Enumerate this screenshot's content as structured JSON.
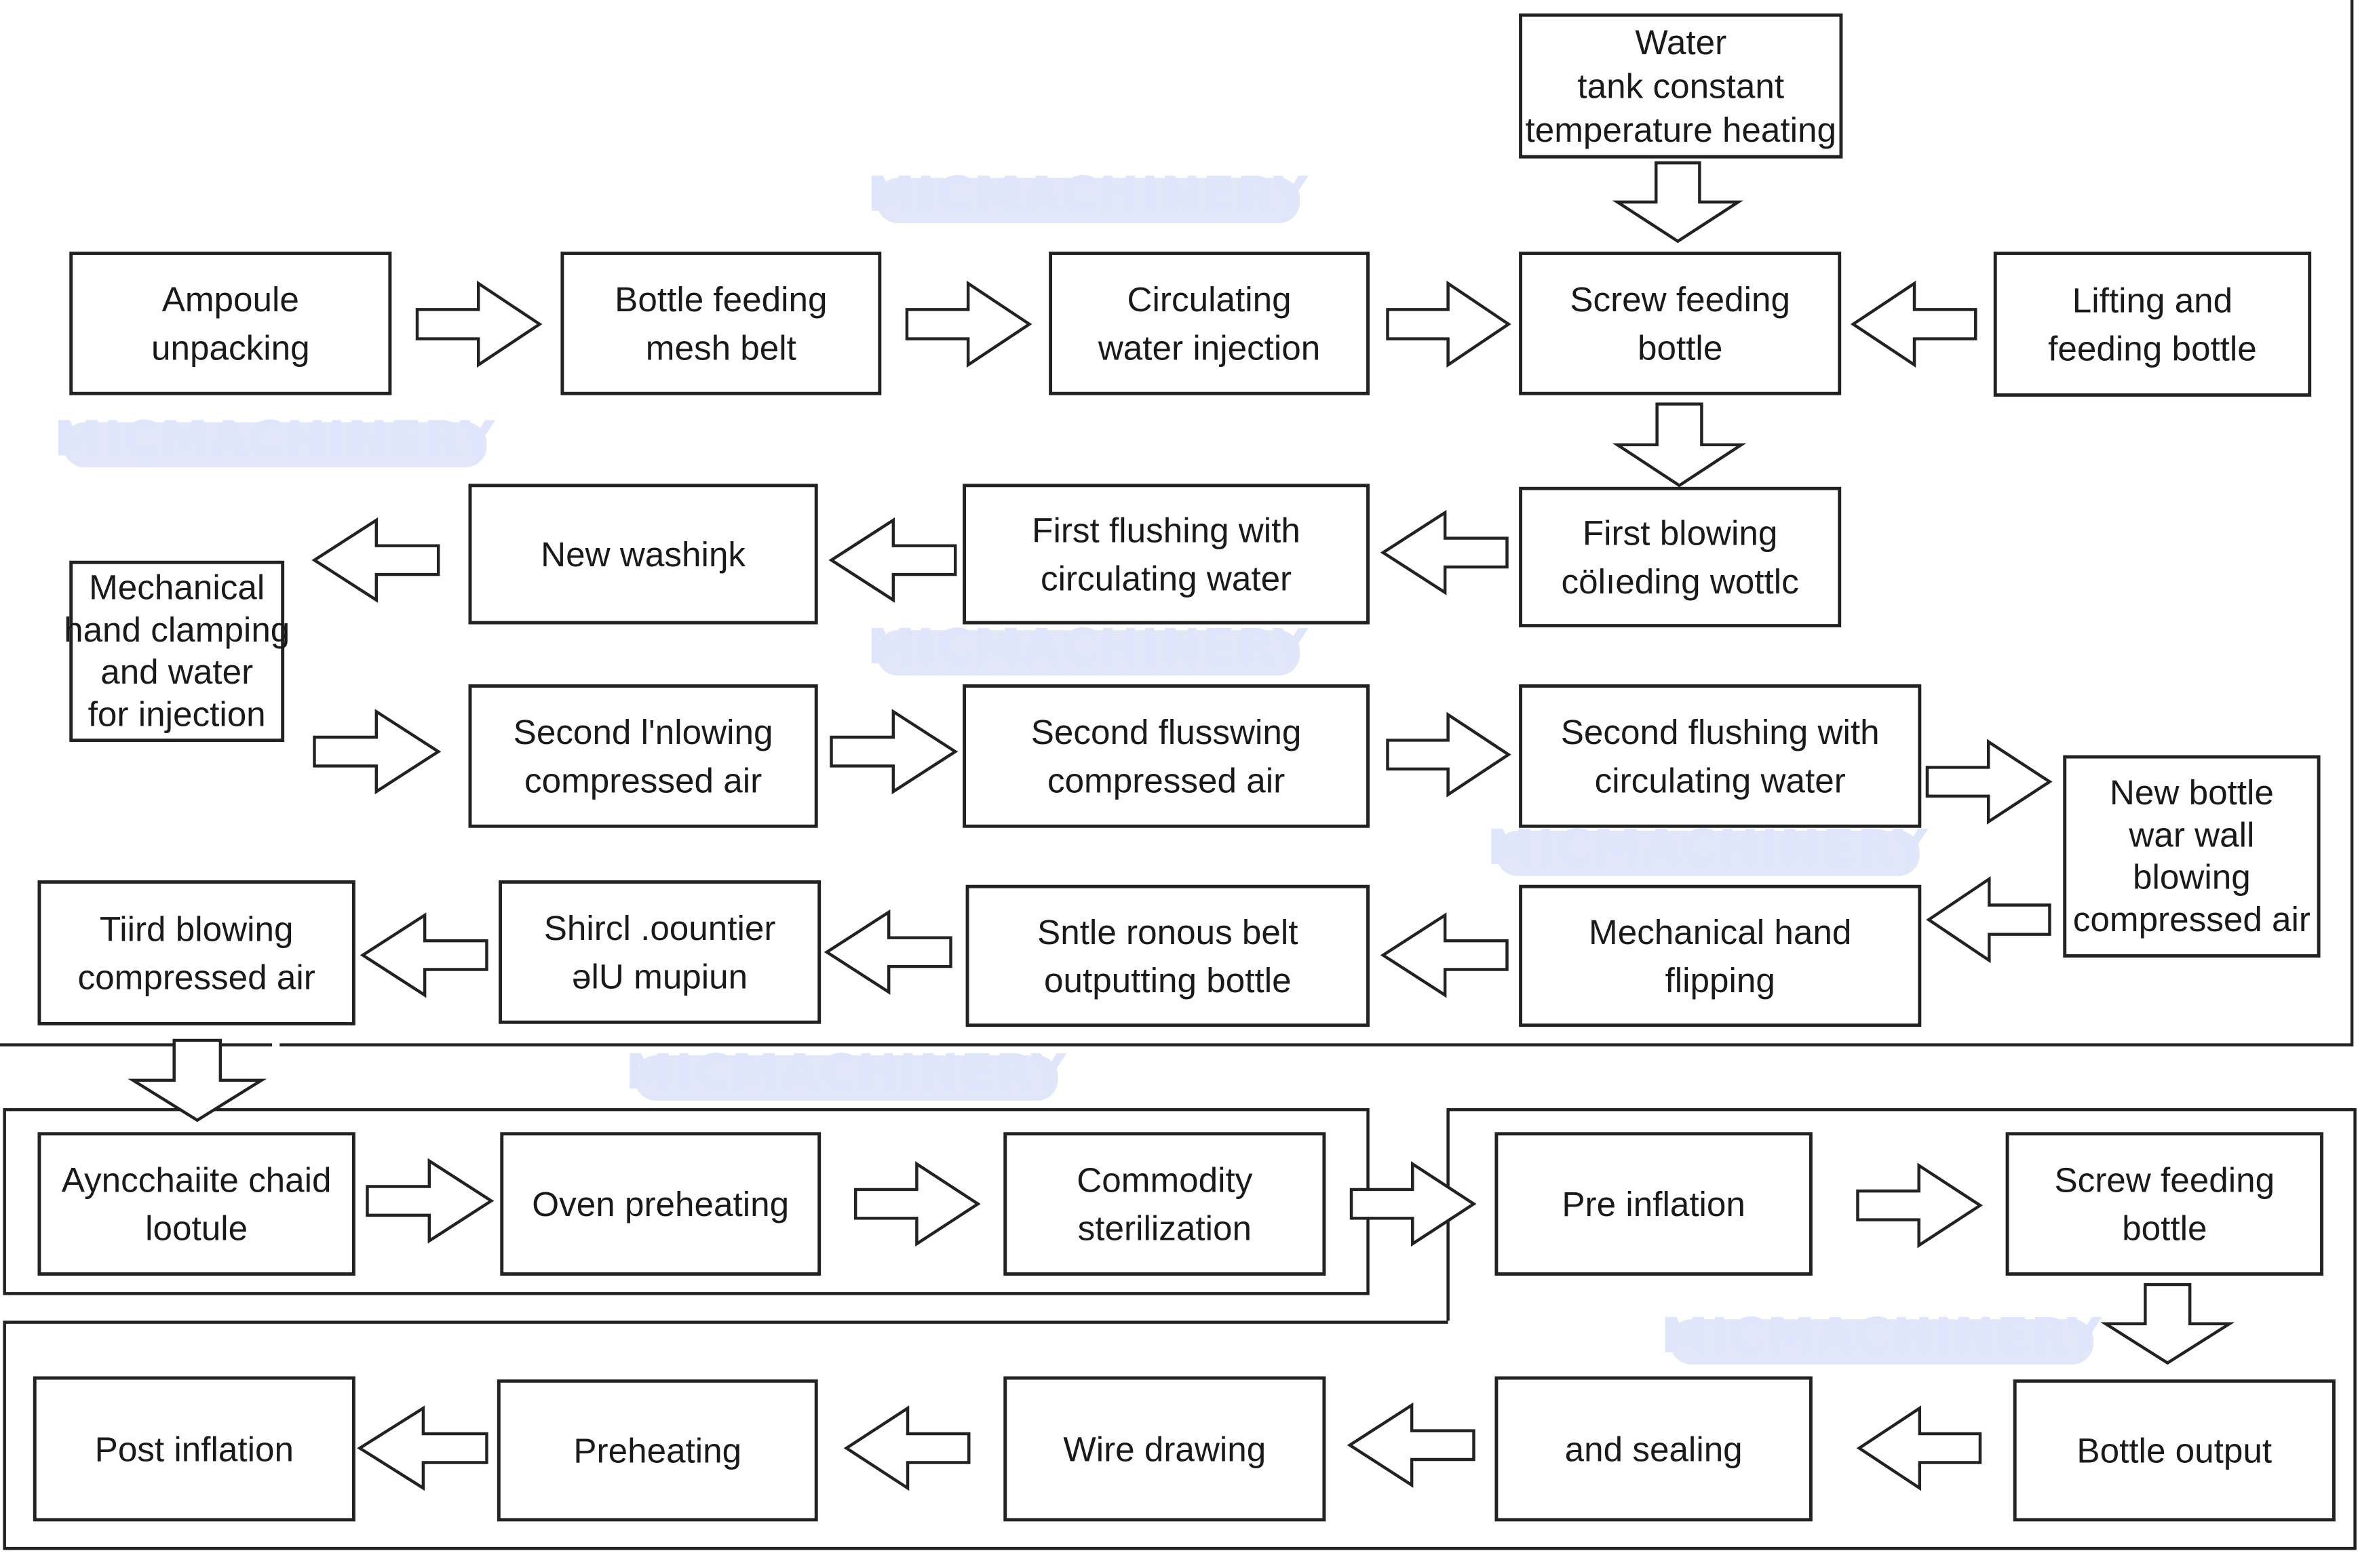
{
  "watermark": "MICMACHINERY",
  "colors": {
    "stroke": "#222222",
    "watermark": "#c9d4f3",
    "background": "#ffffff"
  },
  "steps": [
    {
      "id": "water-tank",
      "lines": [
        "Water",
        "tank constant",
        "temperature heating"
      ]
    },
    {
      "id": "ampoule-unpacking",
      "lines": [
        "Ampoule",
        "unpacking"
      ]
    },
    {
      "id": "bottle-feeding-mesh-belt",
      "lines": [
        "Bottle feeding",
        "mesh belt"
      ]
    },
    {
      "id": "circulating-water-injection",
      "lines": [
        "Circulating",
        "water injection"
      ]
    },
    {
      "id": "screw-feeding-bottle",
      "lines": [
        "Screw feeding",
        "bottle"
      ]
    },
    {
      "id": "lifting-feeding-bottle",
      "lines": [
        "Lifting and",
        "feeding bottle"
      ]
    },
    {
      "id": "new-washing",
      "lines": [
        "New washiŋk"
      ]
    },
    {
      "id": "first-flushing",
      "lines": [
        "First flushing with",
        "circulating water"
      ]
    },
    {
      "id": "first-blowing",
      "lines": [
        "First blowing",
        "cölıeding wottlc"
      ]
    },
    {
      "id": "mechanical-hand-clamping",
      "lines": [
        "Mechanical",
        "hand clamping",
        "and water",
        "for injection"
      ]
    },
    {
      "id": "second-blowing",
      "lines": [
        "Second l'nlowing",
        "compressed air"
      ]
    },
    {
      "id": "second-flusswing",
      "lines": [
        "Second flusswing",
        "compressed air"
      ]
    },
    {
      "id": "second-flushing",
      "lines": [
        "Second flushing with",
        "circulating water"
      ]
    },
    {
      "id": "new-bottle-wall-blowing",
      "lines": [
        "New bottle",
        "war wall",
        "blowing",
        "compressed air"
      ]
    },
    {
      "id": "third-blowing",
      "lines": [
        "Tiird blowing",
        "compressed air"
      ]
    },
    {
      "id": "shird-counter",
      "lines": [
        "Shircl .oountier",
        "əlU mupiun"
      ]
    },
    {
      "id": "synchronous-belt",
      "lines": [
        "Sntle ronous belt",
        "outputting bottle"
      ]
    },
    {
      "id": "mechanical-hand-flipping",
      "lines": [
        "Mechanical hand",
        "flipping"
      ]
    },
    {
      "id": "ayncchaite",
      "lines": [
        "Ayncchaiite chaid",
        "lootule"
      ]
    },
    {
      "id": "oven-preheating",
      "lines": [
        "Oven preheating"
      ]
    },
    {
      "id": "commodity-sterilization",
      "lines": [
        "Commodity",
        "sterilization"
      ]
    },
    {
      "id": "pre-inflation",
      "lines": [
        "Pre inflation"
      ]
    },
    {
      "id": "screw-feeding-bottle-2",
      "lines": [
        "Screw feeding",
        "bottle"
      ]
    },
    {
      "id": "post-inflation",
      "lines": [
        "Post inflation"
      ]
    },
    {
      "id": "preheating",
      "lines": [
        "Preheating"
      ]
    },
    {
      "id": "wire-drawing",
      "lines": [
        "Wire drawing"
      ]
    },
    {
      "id": "and-sealing",
      "lines": [
        "and sealing"
      ]
    },
    {
      "id": "bottle-output",
      "lines": [
        "Bottle output"
      ]
    }
  ],
  "arrows": [
    {
      "dir": "down"
    },
    {
      "dir": "right"
    },
    {
      "dir": "right"
    },
    {
      "dir": "right"
    },
    {
      "dir": "left"
    },
    {
      "dir": "down"
    },
    {
      "dir": "left"
    },
    {
      "dir": "left"
    },
    {
      "dir": "left"
    },
    {
      "dir": "right"
    },
    {
      "dir": "right"
    },
    {
      "dir": "right"
    },
    {
      "dir": "right"
    },
    {
      "dir": "left"
    },
    {
      "dir": "left"
    },
    {
      "dir": "left"
    },
    {
      "dir": "left"
    },
    {
      "dir": "down"
    },
    {
      "dir": "right"
    },
    {
      "dir": "right"
    },
    {
      "dir": "right"
    },
    {
      "dir": "right"
    },
    {
      "dir": "down"
    },
    {
      "dir": "left"
    },
    {
      "dir": "left"
    },
    {
      "dir": "left"
    },
    {
      "dir": "left"
    }
  ]
}
